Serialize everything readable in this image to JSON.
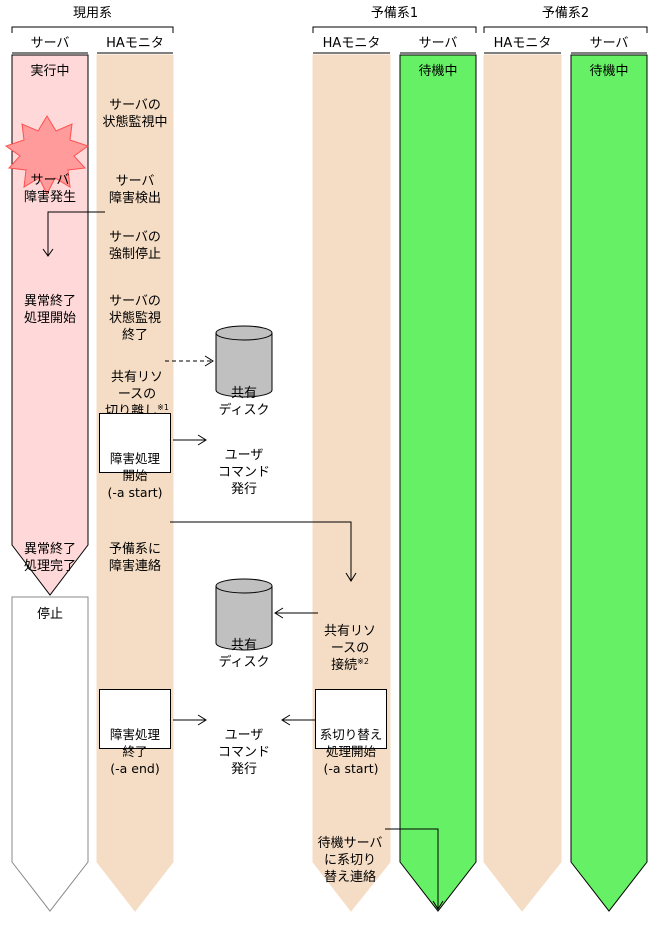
{
  "groups": {
    "active": "現用系",
    "standby1": "予備系1",
    "standby2": "予備系2"
  },
  "columns": {
    "active_server": "サーバ",
    "active_ha": "HAモニタ",
    "s1_ha": "HAモニタ",
    "s1_server": "サーバ",
    "s2_ha": "HAモニタ",
    "s2_server": "サーバ"
  },
  "active_server": {
    "running": "実行中",
    "failure_line1": "サーバ",
    "failure_line2": "障害発生",
    "abnormal_start_line1": "異常終了",
    "abnormal_start_line2": "処理開始",
    "abnormal_done_line1": "異常終了",
    "abnormal_done_line2": "処理完了",
    "stopped": "停止"
  },
  "active_ha": {
    "monitor_line1": "サーバの",
    "monitor_line2": "状態監視中",
    "detect_line1": "サーバ",
    "detect_line2": "障害検出",
    "forcestop_line1": "サーバの",
    "forcestop_line2": "強制停止",
    "monitor_end_line1": "サーバの",
    "monitor_end_line2": "状態監視",
    "monitor_end_line3": "終了",
    "detach_line1": "共有リソ",
    "detach_line2": "ースの",
    "detach_line3": "切り離し",
    "detach_note": "※1",
    "fail_start_line1": "障害処理",
    "fail_start_line2": "開始",
    "fail_start_line3": "(-a start)",
    "notify_line1": "予備系に",
    "notify_line2": "障害連絡",
    "fail_end_line1": "障害処理",
    "fail_end_line2": "終了",
    "fail_end_line3": "(-a end)"
  },
  "user_command": {
    "line1": "ユーザ",
    "line2": "コマンド",
    "line3": "発行"
  },
  "shared_disk": {
    "line1": "共有",
    "line2": "ディスク"
  },
  "standby1_ha": {
    "connect_line1": "共有リソ",
    "connect_line2": "ースの",
    "connect_line3": "接続",
    "connect_note": "※2",
    "switch_line1": "系切り替え",
    "switch_line2": "処理開始",
    "switch_line3": "(-a start)",
    "notify_line1": "待機サーバ",
    "notify_line2": "に系切り",
    "notify_line3": "替え連絡"
  },
  "standby_server": {
    "s1_waiting": "待機中",
    "s2_waiting": "待機中"
  },
  "colors": {
    "active_server_fill": "#ffd9d9",
    "ha_fill": "#f5dcc4",
    "standby_server_fill": "#66f066",
    "stopped_fill": "#ffffff",
    "burst_fill": "#ff9b9b",
    "disk_fill": "#c0c0c0"
  }
}
